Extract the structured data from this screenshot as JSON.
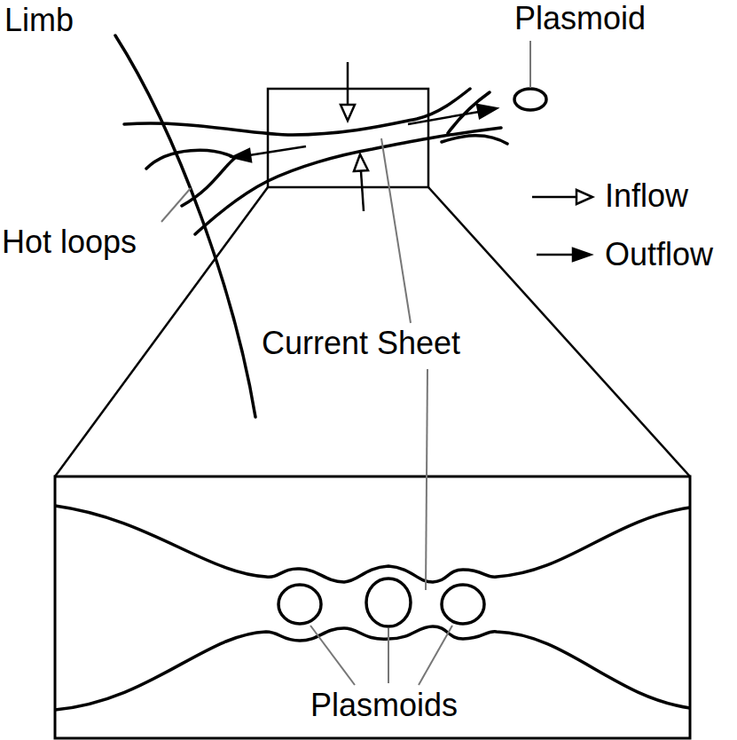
{
  "diagram": {
    "labels": [
      "Limb",
      "Plasmoid",
      "Hot loops",
      "Current Sheet",
      "Plasmoids"
    ],
    "legend": [
      {
        "text": "Inflow"
      },
      {
        "text": "Outflow"
      }
    ]
  }
}
